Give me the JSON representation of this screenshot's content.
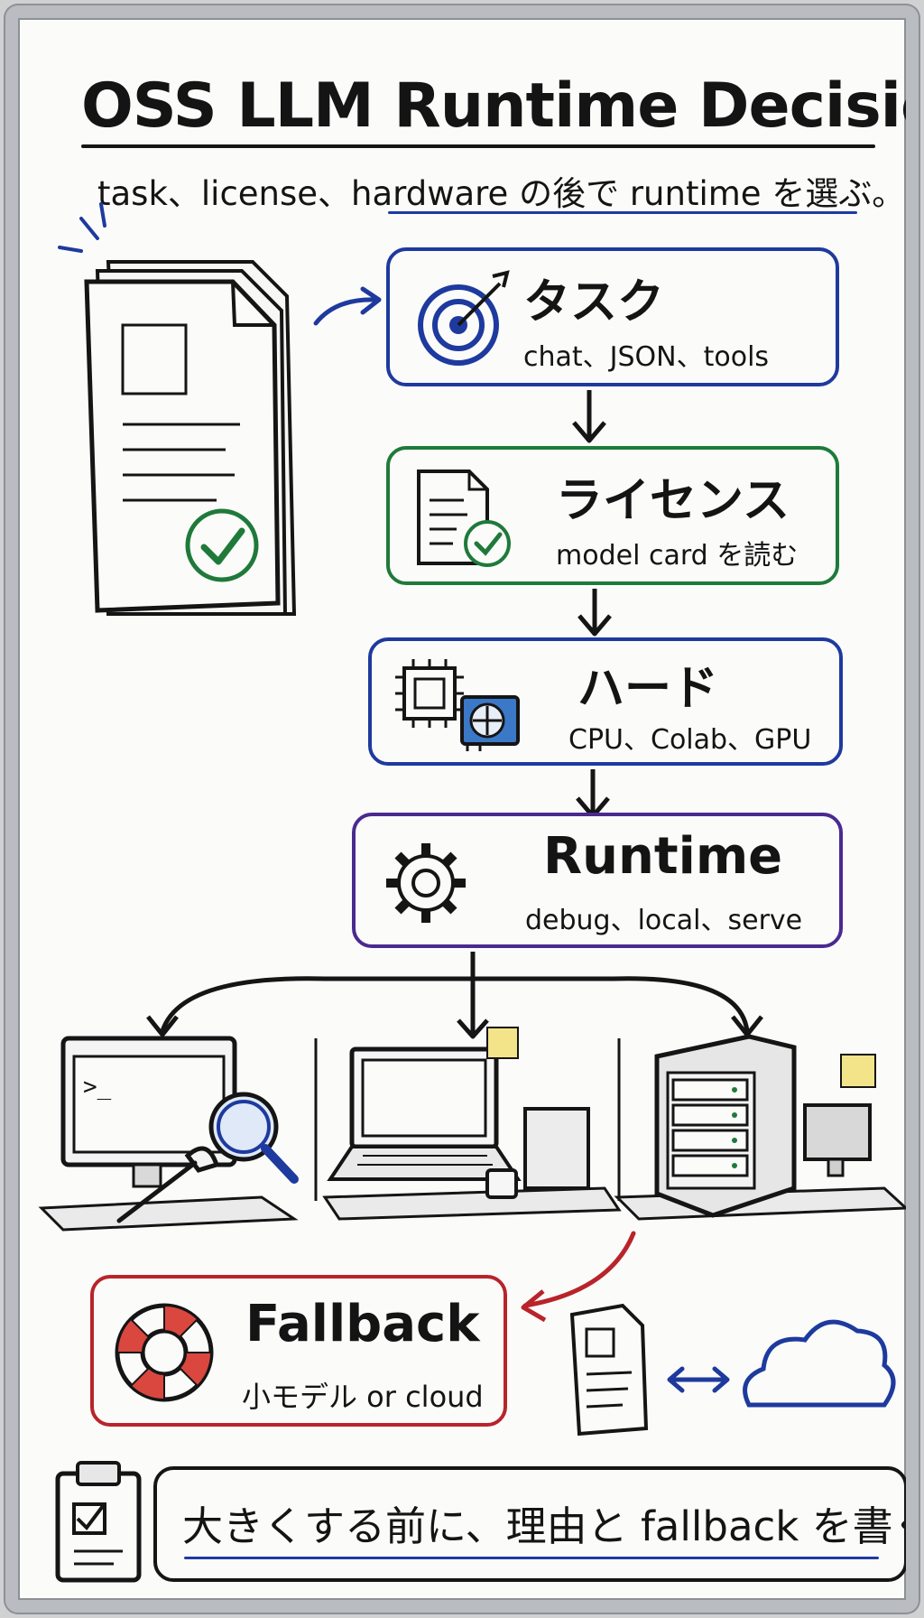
{
  "title": "OSS LLM Runtime Decision",
  "subtitle": "task、license、hardware の後で runtime を選ぶ。",
  "steps": [
    {
      "label": "タスク",
      "sub": "chat、JSON、tools",
      "color": "#1e3a9e",
      "icon": "target-icon"
    },
    {
      "label": "ライセンス",
      "sub": "model card を読む",
      "color": "#1f7a3a",
      "icon": "document-check-icon"
    },
    {
      "label": "ハード",
      "sub": "CPU、Colab、GPU",
      "color": "#1e3a9e",
      "icon": "cpu-gpu-icon"
    },
    {
      "label": "Runtime",
      "sub": "debug、local、serve",
      "color": "#4a2a91",
      "icon": "gear-icon"
    }
  ],
  "fallback": {
    "label": "Fallback",
    "sub": "小モデル or cloud",
    "color": "#b8242a",
    "icon": "lifebuoy-icon"
  },
  "footer": "大きくする前に、理由と fallback を書く。",
  "scenes": [
    "debug-terminal-scene",
    "local-laptop-scene",
    "server-rack-scene"
  ],
  "colors": {
    "blue": "#1e3a9e",
    "green": "#1f7a3a",
    "purple": "#4a2a91",
    "red": "#b8242a",
    "ink": "#151515"
  }
}
